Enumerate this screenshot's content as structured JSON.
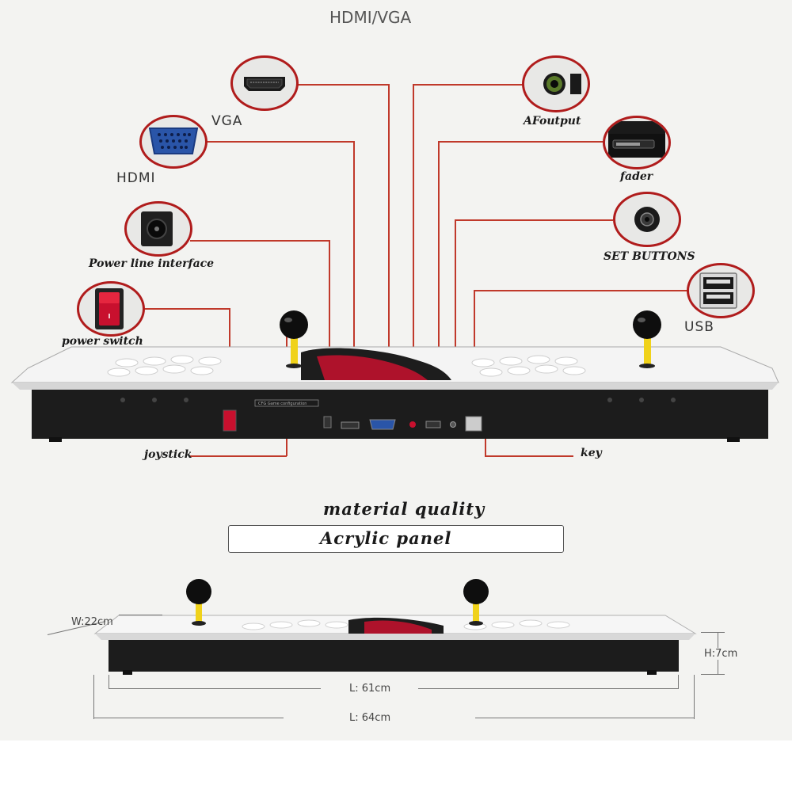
{
  "top_title": "HDMI/VGA",
  "ports": {
    "hdmi_top": "VGA",
    "vga_left": "HDMI",
    "power_line": "Power line interface",
    "power_switch": "power switch",
    "afoutput": "AFoutput",
    "fader": "fader",
    "set_buttons": "SET BUTTONS",
    "usb": "USB",
    "joystick": "joystick",
    "key": "key"
  },
  "console_back_label": "CFG Game configuration",
  "material": {
    "heading": "material quality",
    "panel": "Acrylic panel"
  },
  "dimensions": {
    "width": "W:22cm",
    "height": "H:7cm",
    "length_inner": "L:  61cm",
    "length_outer": "L:  64cm"
  },
  "colors": {
    "accent": "#b01c1c",
    "line": "#c0392b",
    "console_body": "#1c1c1c",
    "joystick_shaft": "#f0d21a"
  }
}
